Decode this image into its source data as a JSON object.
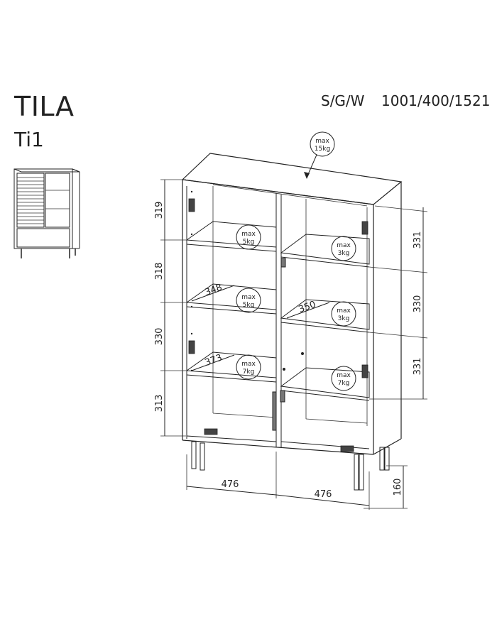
{
  "header": {
    "title": "TILA",
    "model": "Ti1",
    "spec_label": "S/G/W",
    "spec_value": "1001/400/1521"
  },
  "load_labels": {
    "top": [
      "max",
      "15kg"
    ],
    "shelf_left_1": [
      "max",
      "5kg"
    ],
    "shelf_left_2": [
      "max",
      "5kg"
    ],
    "shelf_left_3": [
      "max",
      "7kg"
    ],
    "shelf_right_1": [
      "max",
      "3kg"
    ],
    "shelf_right_2": [
      "max",
      "3kg"
    ],
    "shelf_right_3": [
      "max",
      "7kg"
    ]
  },
  "dimensions": {
    "left_heights": [
      "319",
      "318",
      "330",
      "313"
    ],
    "right_heights": [
      "331",
      "330",
      "331"
    ],
    "leg_height": "160",
    "widths": [
      "476",
      "476"
    ],
    "depth_left_1": "348",
    "depth_left_2": "373",
    "depth_right": "350"
  }
}
